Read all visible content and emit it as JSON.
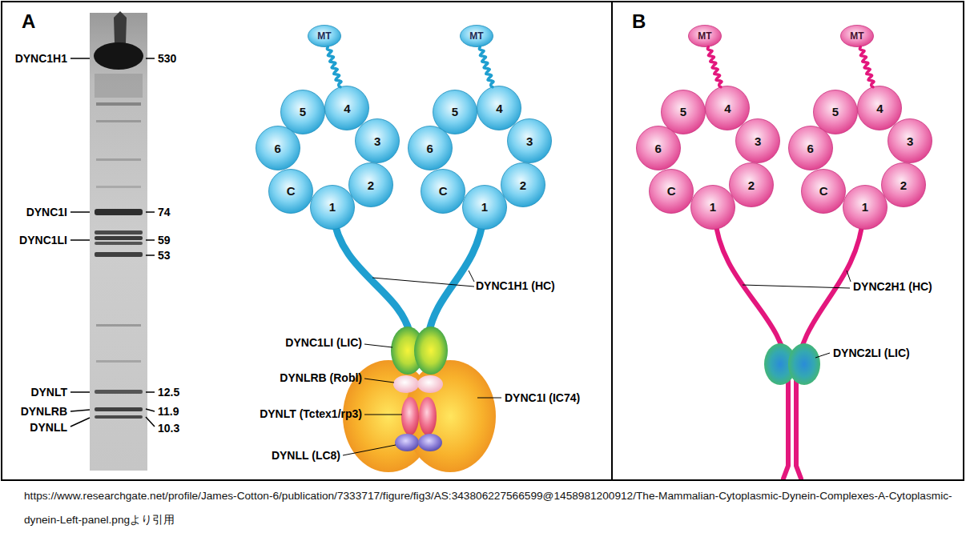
{
  "diagram": {
    "caption": "https://www.researchgate.net/profile/James-Cotton-6/publication/7333717/figure/fig3/AS:343806227566599@1458981200912/The-Mammalian-Cytoplasmic-Dynein-Complexes-A-Cytoplasmic- dynein-Left-panel.pngより引用",
    "nodes": [
      {
        "text": [
          "A"
        ]
      },
      {
        "text": [
          "MT"
        ],
        "in": 0
      },
      {
        "text": [
          "MT"
        ],
        "in": 0
      },
      {
        "text": [
          "5"
        ],
        "in": 0
      },
      {
        "text": [
          "4"
        ],
        "in": 0
      },
      {
        "text": [
          "6"
        ],
        "in": 0
      },
      {
        "text": [
          "3"
        ],
        "in": 0
      },
      {
        "text": [
          "C"
        ],
        "in": 0
      },
      {
        "text": [
          "2"
        ],
        "in": 0
      },
      {
        "text": [
          "1"
        ],
        "in": 0
      },
      {
        "text": [
          "5"
        ],
        "in": 0
      },
      {
        "text": [
          "4"
        ],
        "in": 0
      },
      {
        "text": [
          "6"
        ],
        "in": 0
      },
      {
        "text": [
          "3"
        ],
        "in": 0
      },
      {
        "text": [
          "C"
        ],
        "in": 0
      },
      {
        "text": [
          "2"
        ],
        "in": 0
      },
      {
        "text": [
          "1"
        ],
        "in": 0
      },
      {
        "text": [
          "B"
        ]
      },
      {
        "text": [
          "MT"
        ],
        "in": 17
      },
      {
        "text": [
          "MT"
        ],
        "in": 17
      },
      {
        "text": [
          "5"
        ],
        "in": 17
      },
      {
        "text": [
          "4"
        ],
        "in": 17
      },
      {
        "text": [
          "6"
        ],
        "in": 17
      },
      {
        "text": [
          "3"
        ],
        "in": 17
      },
      {
        "text": [
          "C"
        ],
        "in": 17
      },
      {
        "text": [
          "2"
        ],
        "in": 17
      },
      {
        "text": [
          "1"
        ],
        "in": 17
      },
      {
        "text": [
          "5"
        ],
        "in": 17
      },
      {
        "text": [
          "4"
        ],
        "in": 17
      },
      {
        "text": [
          "6"
        ],
        "in": 17
      },
      {
        "text": [
          "3"
        ],
        "in": 17
      },
      {
        "text": [
          "C"
        ],
        "in": 17
      },
      {
        "text": [
          "2"
        ],
        "in": 17
      },
      {
        "text": [
          "1"
        ],
        "in": 17
      }
    ],
    "edges": [
      {
        "from": 1,
        "to": 4,
        "arrow": "none"
      },
      {
        "from": 2,
        "to": 11,
        "arrow": "none"
      },
      {
        "from": 18,
        "to": 21,
        "arrow": "none"
      },
      {
        "from": 19,
        "to": 28,
        "arrow": "none"
      }
    ],
    "labels": [
      "DYNC1H1",
      "530",
      "DYNC1I",
      "74",
      "DYNC1LI",
      "59",
      "53",
      "DYNLT",
      "12.5",
      "DYNLRB",
      "11.9",
      "DYNLL",
      "10.3",
      "DYNC1H1 (HC)",
      "DYNC1LI (LIC)",
      "DYNLRB (Robl)",
      "DYNLT (Tctex1/rp3)",
      "DYNLL (LC8)",
      "DYNC1I (IC74)",
      "DYNC2H1 (HC)",
      "DYNC2LI (LIC)"
    ]
  }
}
